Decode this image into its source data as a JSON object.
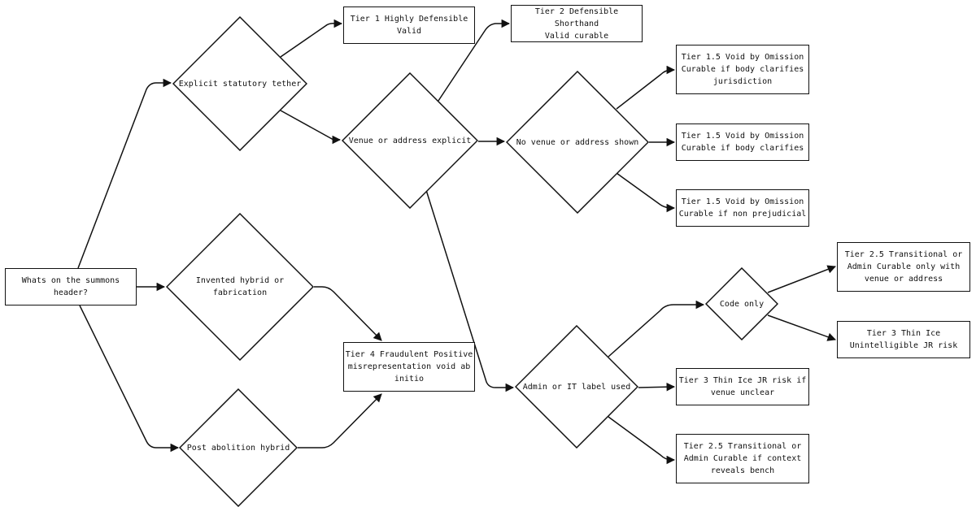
{
  "diagram": {
    "colors": {
      "stroke": "#111111",
      "fill": "#ffffff",
      "text": "#111111"
    },
    "nodes": {
      "root": "Whats on the summons\nheader?",
      "explicit": "Explicit statutory tether",
      "venue": "Venue or address explicit",
      "novenue": "No venue or address shown",
      "hybrid": "Invented hybrid or\nfabrication",
      "postab": "Post abolition hybrid",
      "admin": "Admin or IT label used",
      "code": "Code only",
      "t1": "Tier 1 Highly Defensible\nValid",
      "t2": "Tier 2 Defensible Shorthand\nValid curable",
      "t15a": "Tier 1.5 Void by Omission\nCurable if body clarifies\njurisdiction",
      "t15b": "Tier 1.5 Void by Omission\nCurable if body clarifies",
      "t15c": "Tier 1.5 Void by Omission\nCurable if non prejudicial",
      "t4": "Tier 4 Fraudulent Positive\nmisrepresentation void ab\ninitio",
      "t25a": "Tier 2.5 Transitional or\nAdmin Curable only with\nvenue or address",
      "t3a": "Tier 3 Thin Ice\nUnintelligible JR risk",
      "t3b": "Tier 3 Thin Ice JR risk if\nvenue unclear",
      "t25b": "Tier 2.5 Transitional or\nAdmin Curable if context\nreveals bench"
    }
  }
}
